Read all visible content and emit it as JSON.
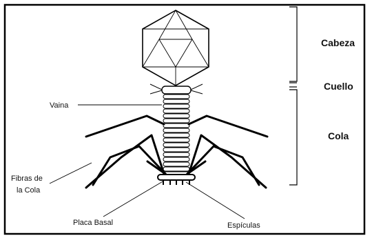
{
  "diagram": {
    "regions": {
      "head": "Cabeza",
      "neck": "Cuello",
      "tail": "Cola"
    },
    "parts": {
      "sheath": "Vaina",
      "tail_fibers_line1": "Fibras de",
      "tail_fibers_line2": "la Cola",
      "base_plate": "Placa Basal",
      "spikes": "Espículas"
    }
  }
}
